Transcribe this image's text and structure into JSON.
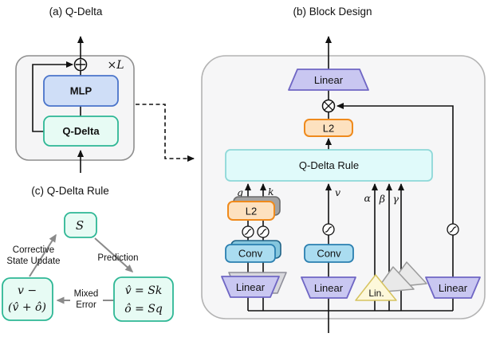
{
  "titles": {
    "panel_a": "(a) Q-Delta",
    "panel_b": "(b) Block Design",
    "panel_c": "(c) Q-Delta Rule"
  },
  "panel_a": {
    "mlp_label": "MLP",
    "qdelta_label": "Q-Delta",
    "repeat_label": "×L"
  },
  "panel_b": {
    "linear_out_label": "Linear",
    "l2_top_label": "L2",
    "qdelta_rule_label": "Q-Delta Rule",
    "q_label": "q",
    "k_label": "k",
    "v_label": "v",
    "alpha_label": "α",
    "beta_label": "β",
    "gamma_label": "γ",
    "l2_left_label": "L2",
    "conv_left_label": "Conv",
    "conv_mid_label": "Conv",
    "linear_left_label": "Linear",
    "linear_mid_label": "Linear",
    "linear_right_label": "Linear",
    "lin_triangle_label": "Lin."
  },
  "panel_c": {
    "state_label": "S",
    "left_box_line1": "v −",
    "left_box_line2": "(v̂ + ô)",
    "right_box_line1": "v̂ = Sk",
    "right_box_line2": "ô = Sq",
    "corrective_line1": "Corrective",
    "corrective_line2": "State Update",
    "prediction_label": "Prediction",
    "mixed_line1": "Mixed",
    "mixed_line2": "Error"
  },
  "colors": {
    "mint_fill": "#e7fbf4",
    "mint_border": "#2eb795",
    "cyan_fill": "#e0fafa",
    "cyan_border": "#8ed8d8",
    "blue_fill": "#cfdef7",
    "blue_border": "#4a74ca",
    "purple_fill": "#c9c7f1",
    "purple_border": "#6f66c4",
    "orange_fill": "#fde1bf",
    "orange_border": "#ef8a1c",
    "conv_fill": "#aadcf0",
    "conv_border": "#2a7fb0",
    "yellow_fill": "#fdf8da",
    "yellow_border": "#d6c360",
    "panel_fill": "#f6f6f7",
    "gray_arrow": "#8a8a8a"
  }
}
